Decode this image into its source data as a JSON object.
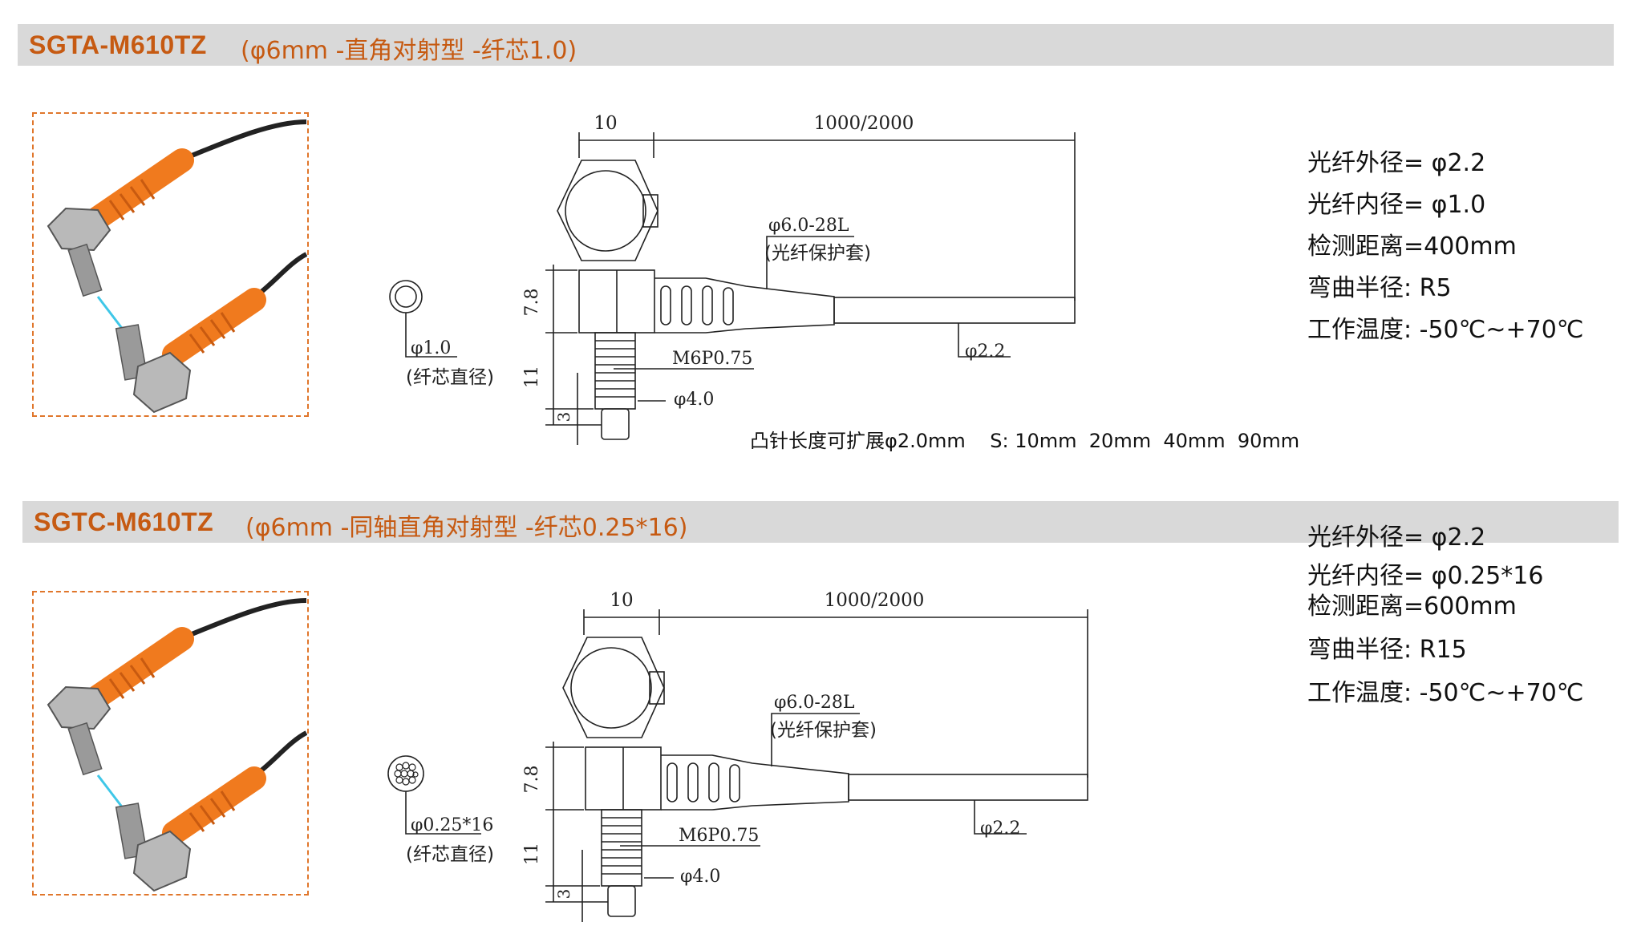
{
  "sections": [
    {
      "model": "SGTA-M610TZ",
      "desc": "(φ6mm -直角对射型 -纤芯1.0)",
      "drawing": {
        "dim_hex": "10",
        "dim_length": "1000/2000",
        "thread_sleeve": "φ6.0-28L",
        "sleeve_note": "(光纤保护套)",
        "dim_height": "7.8",
        "dim_thread_len": "11",
        "dim_tip": "3",
        "thread": "M6P0.75",
        "tip_dia": "φ4.0",
        "fiber_od": "φ2.2",
        "core_dia": "φ1.0",
        "core_note": "(纤芯直径)"
      },
      "note": "凸针长度可扩展φ2.0mm    S: 10mm  20mm  40mm  90mm",
      "specs": [
        "光纤外径= φ2.2",
        "光纤内径= φ1.0",
        "检测距离=400mm",
        "弯曲半径:  R5",
        "工作温度:  -50℃~+70℃"
      ]
    },
    {
      "model": "SGTC-M610TZ",
      "desc": "(φ6mm -同轴直角对射型 -纤芯0.25*16)",
      "drawing": {
        "dim_hex": "10",
        "dim_length": "1000/2000",
        "thread_sleeve": "φ6.0-28L",
        "sleeve_note": "(光纤保护套)",
        "dim_height": "7.8",
        "dim_thread_len": "11",
        "dim_tip": "3",
        "thread": "M6P0.75",
        "tip_dia": "φ4.0",
        "fiber_od": "φ2.2",
        "core_dia": "φ0.25*16",
        "core_note": "(纤芯直径)"
      },
      "specs": [
        "光纤外径= φ2.2",
        "光纤内径= φ0.25*16",
        "检测距离=600mm",
        "弯曲半径:  R15",
        "工作温度:  -50℃~+70℃"
      ]
    }
  ],
  "colors": {
    "accent": "#c65a12",
    "bar": "#d9d9d9",
    "photo_border": "#e0762b",
    "sleeve": "#f07a1e"
  }
}
